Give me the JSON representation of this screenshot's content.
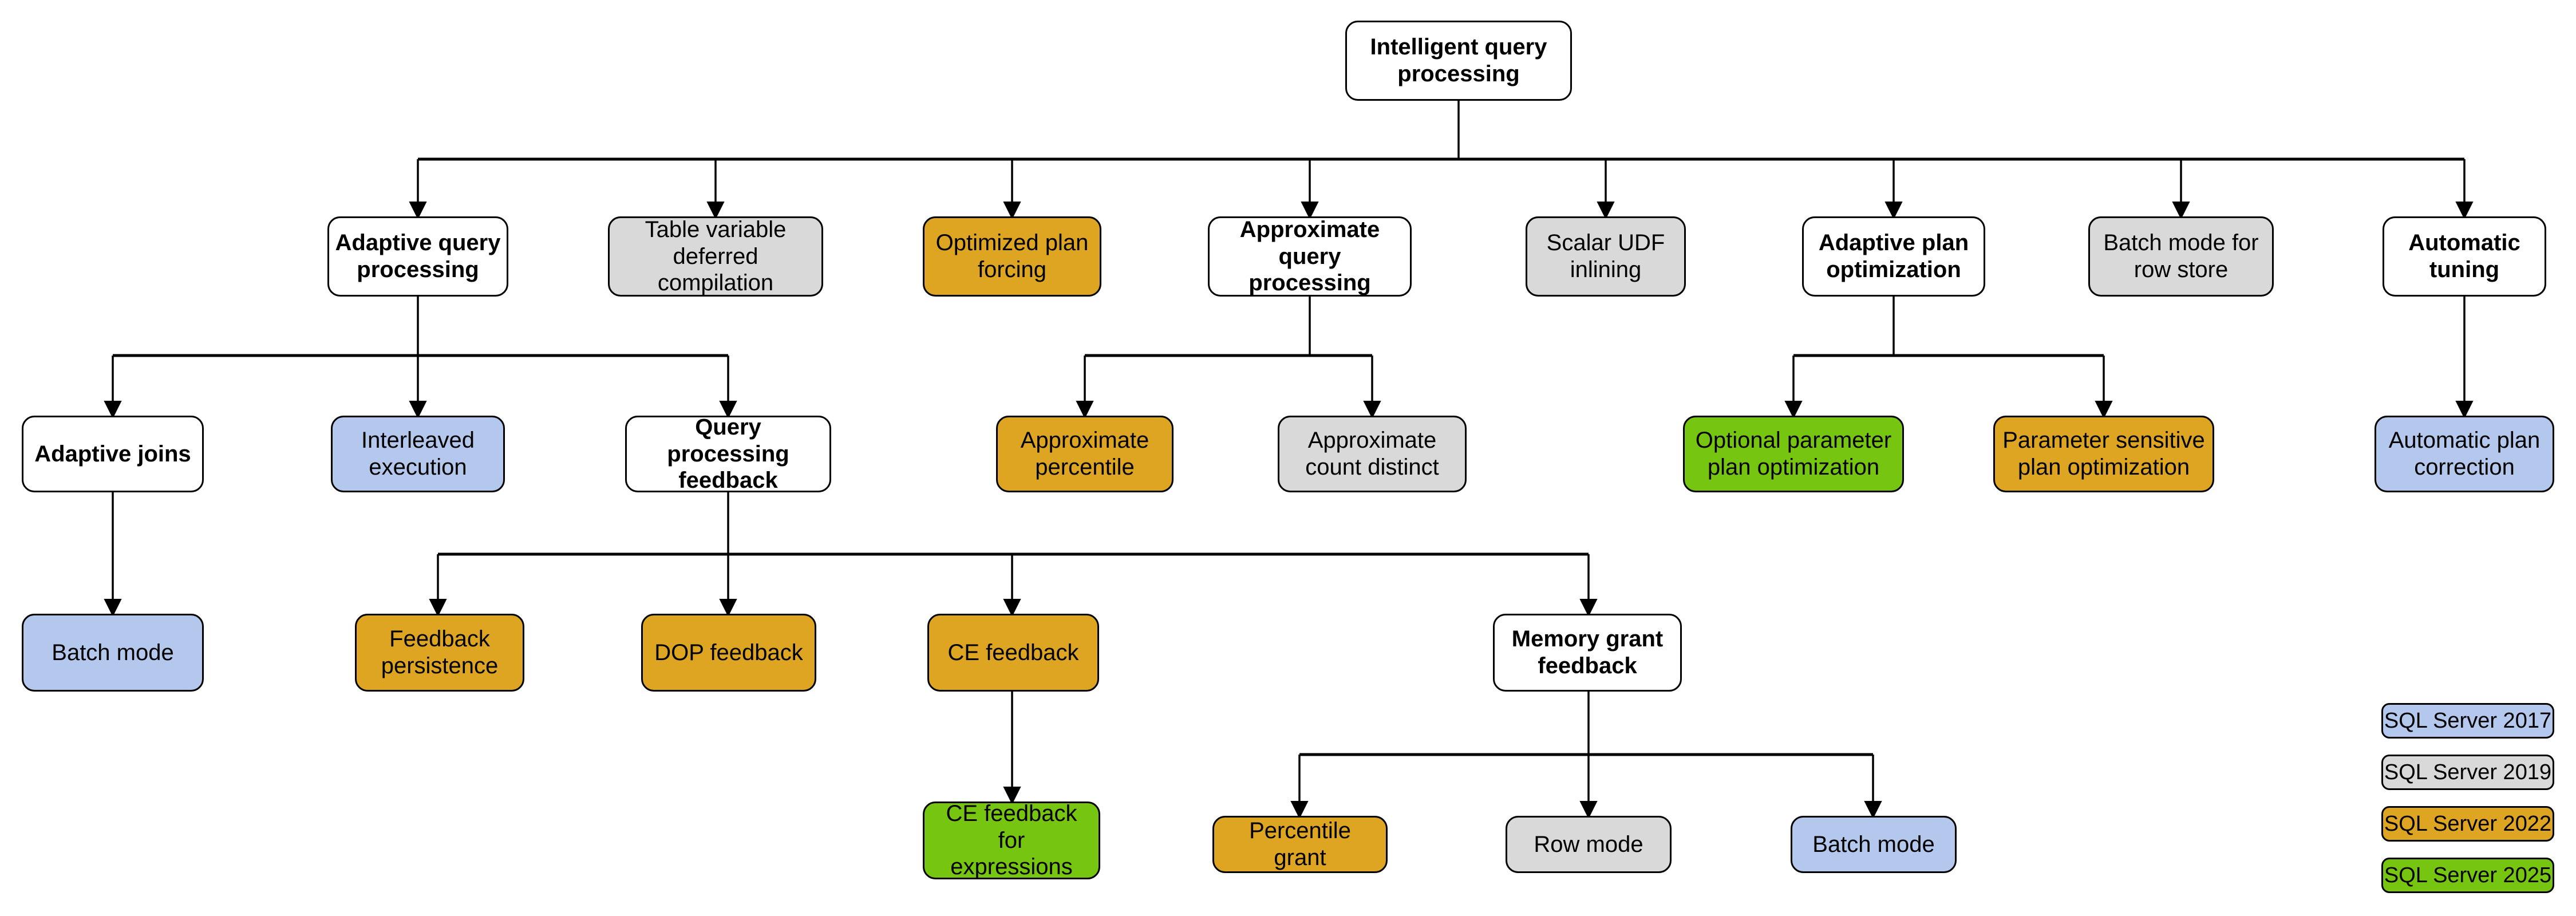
{
  "diagram": {
    "title": "Intelligent query processing",
    "colors": {
      "white": "#ffffff",
      "gray": "#d9d9d9",
      "blue": "#b4c7ec",
      "orange": "#dda521",
      "green": "#76c611",
      "stroke": "#000000"
    },
    "nodes": {
      "root": "Intelligent query\nprocessing",
      "adaptive_query_processing": "Adaptive query\nprocessing",
      "table_variable_deferred_compilation": "Table variable\ndeferred compilation",
      "optimized_plan_forcing": "Optimized plan\nforcing",
      "approximate_query_processing": "Approximate\nquery processing",
      "scalar_udf_inlining": "Scalar UDF\ninlining",
      "adaptive_plan_optimization": "Adaptive plan\noptimization",
      "batch_mode_for_row_store": "Batch mode for\nrow store",
      "automatic_tuning": "Automatic\ntuning",
      "adaptive_joins": "Adaptive joins",
      "interleaved_execution": "Interleaved\nexecution",
      "query_processing_feedback": "Query processing\nfeedback",
      "approximate_percentile": "Approximate\npercentile",
      "approximate_count_distinct": "Approximate\ncount distinct",
      "optional_parameter_plan_optimization": "Optional parameter\nplan optimization",
      "parameter_sensitive_plan_optimization": "Parameter sensitive\nplan optimization",
      "automatic_plan_correction": "Automatic plan\ncorrection",
      "batch_mode_adaptive_joins": "Batch mode",
      "feedback_persistence": "Feedback\npersistence",
      "dop_feedback": "DOP feedback",
      "ce_feedback": "CE feedback",
      "memory_grant_feedback": "Memory grant\nfeedback",
      "ce_feedback_for_expressions": "CE feedback for\nexpressions",
      "percentile_grant": "Percentile grant",
      "row_mode": "Row mode",
      "batch_mode_memory_grant": "Batch mode"
    },
    "legend": {
      "items": [
        {
          "label": "SQL Server 2017",
          "color": "#b4c7ec"
        },
        {
          "label": "SQL Server 2019",
          "color": "#d9d9d9"
        },
        {
          "label": "SQL Server 2022",
          "color": "#dda521"
        },
        {
          "label": "SQL Server 2025",
          "color": "#76c611"
        }
      ]
    }
  }
}
